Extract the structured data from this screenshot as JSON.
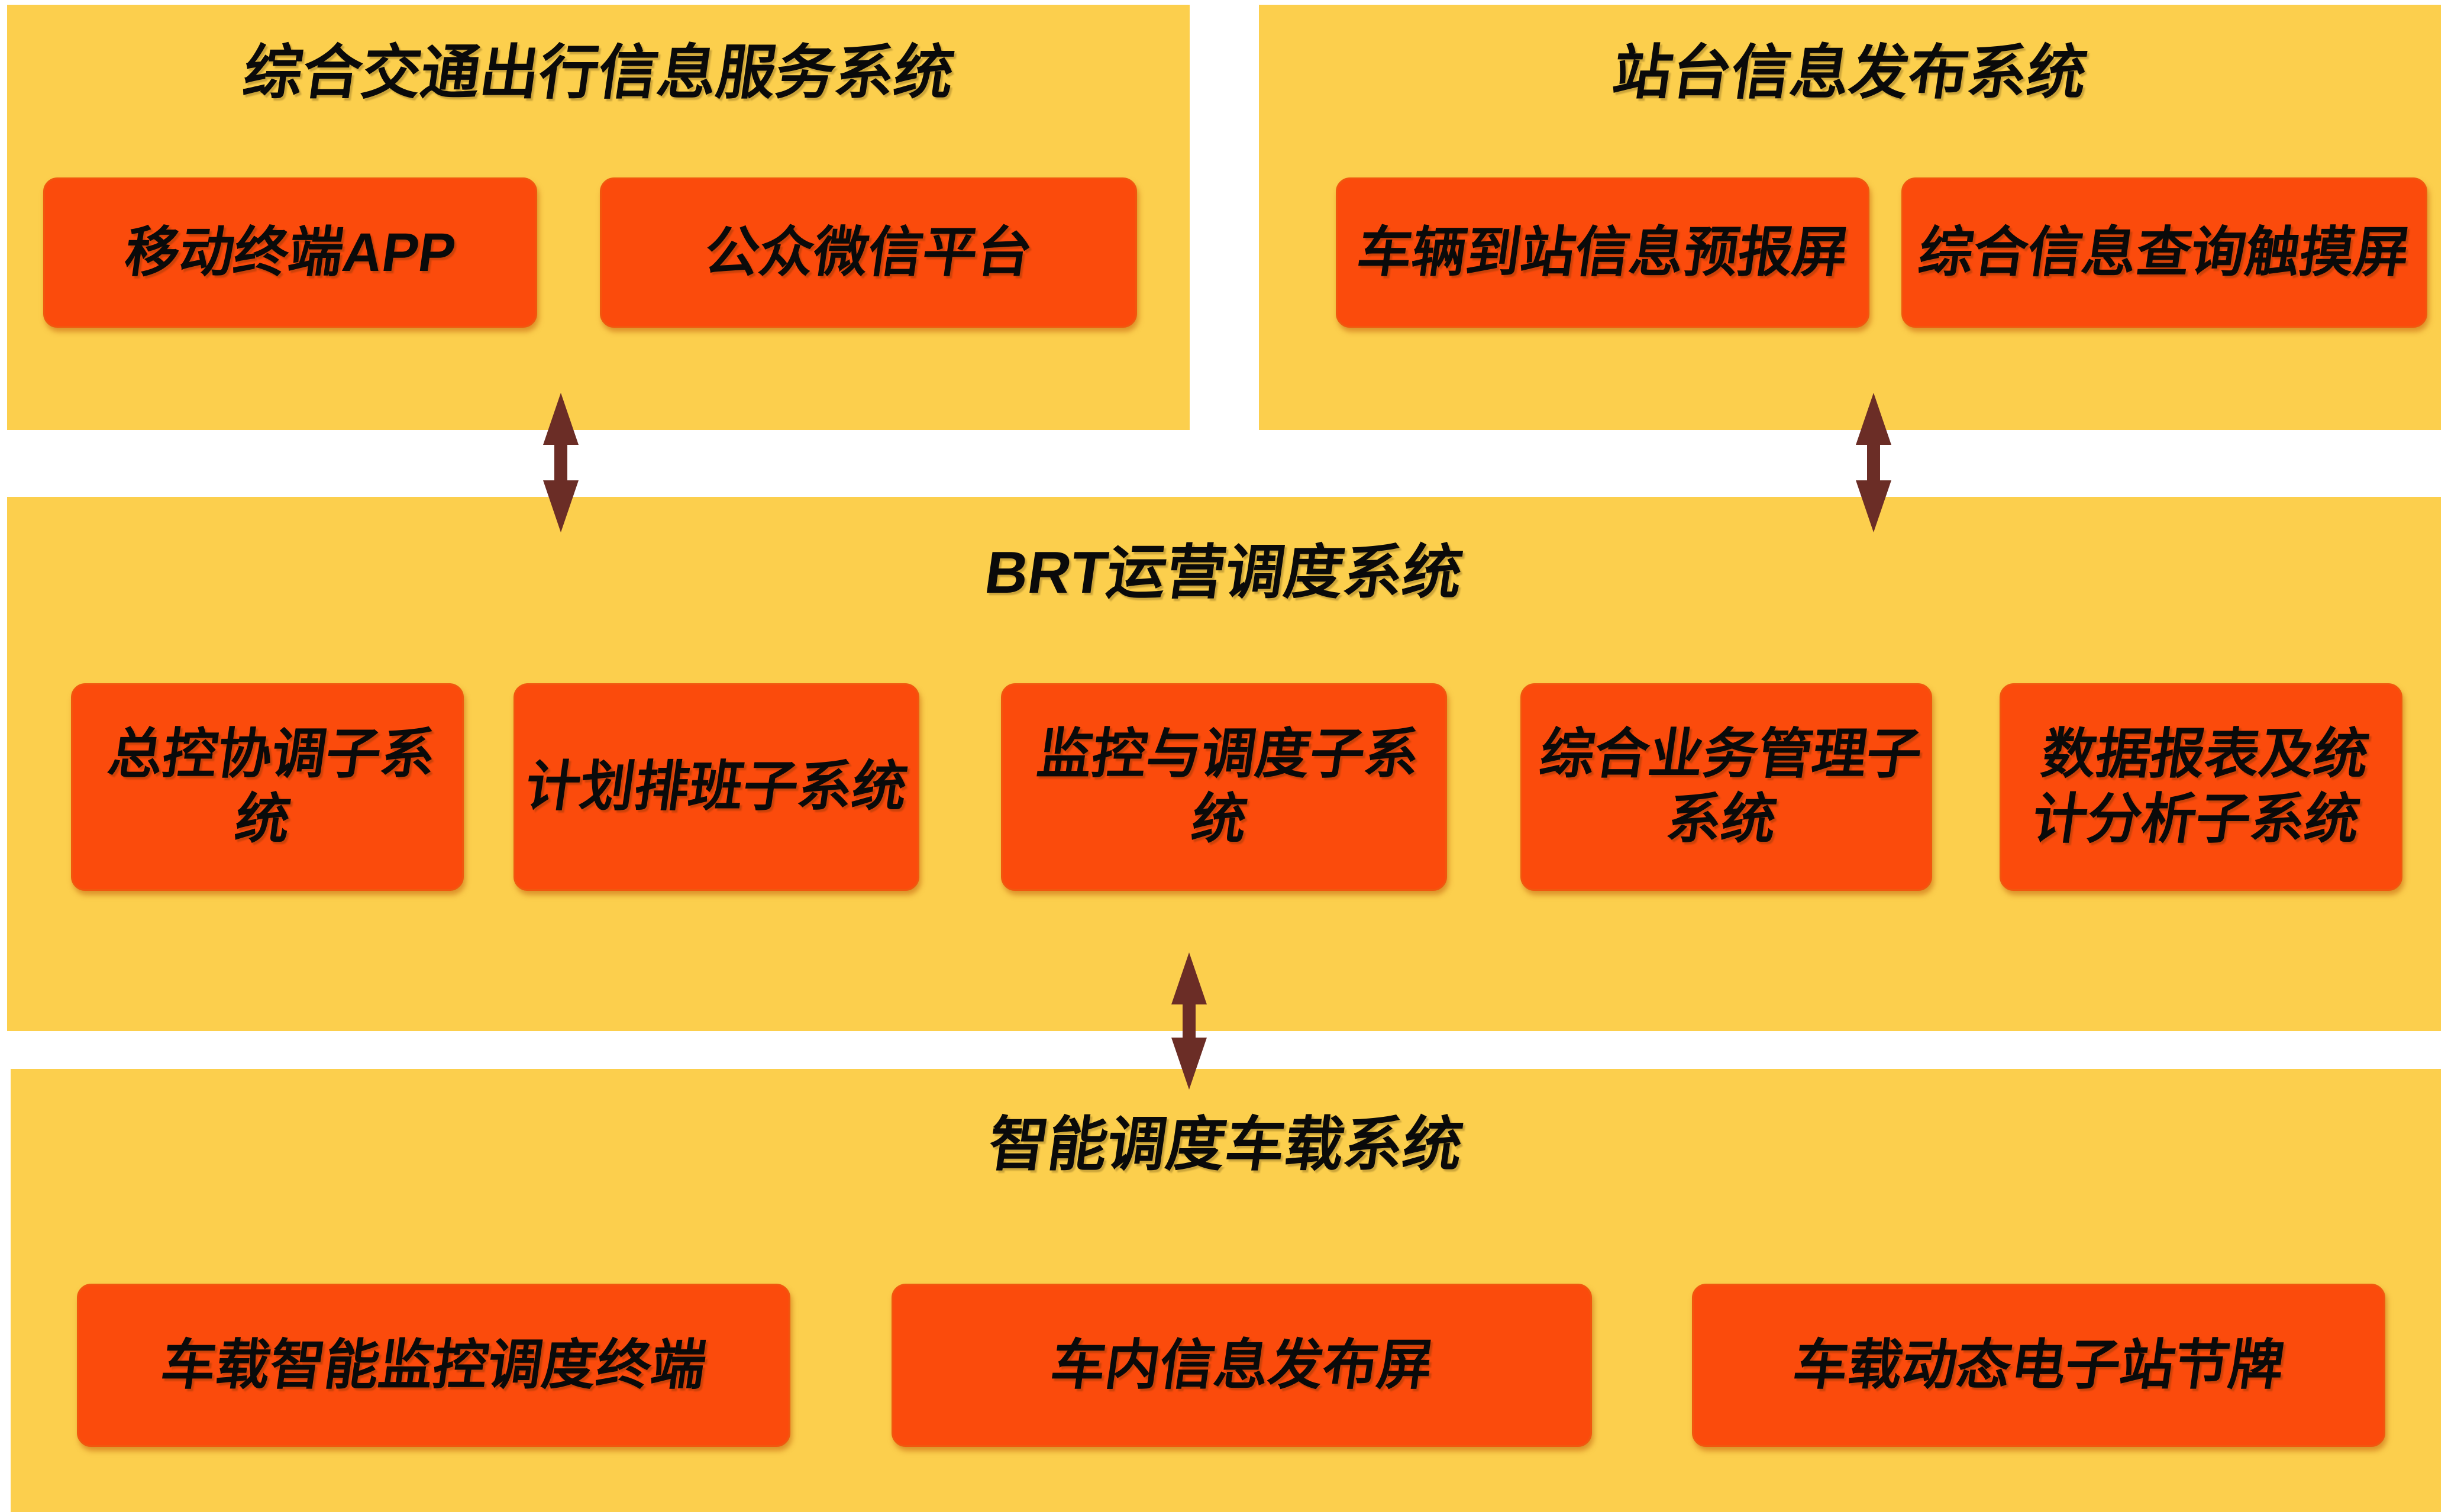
{
  "colors": {
    "panel_background": "#FCCF4D",
    "box_background": "#FB4B0C",
    "box_border": "#F1570E",
    "arrow": "#6B2D26",
    "text": "#0A0A0A",
    "page_background": "#FFFFFF"
  },
  "panels": {
    "travel_info": {
      "title": "综合交通出行信息服务系统",
      "boxes": [
        {
          "label": "移动终端APP"
        },
        {
          "label": "公众微信平台"
        }
      ]
    },
    "platform_info": {
      "title": "站台信息发布系统",
      "boxes": [
        {
          "label": "车辆到站信息预报屏"
        },
        {
          "label": "综合信息查询触摸屏"
        }
      ]
    },
    "brt_operation": {
      "title": "BRT运营调度系统",
      "boxes": [
        {
          "label": "总控协调子系\n统"
        },
        {
          "label": "计划排班子系统"
        },
        {
          "label": "监控与调度子系\n统"
        },
        {
          "label": "综合业务管理子\n系统"
        },
        {
          "label": "数据报表及统\n计分析子系统"
        }
      ]
    },
    "onboard": {
      "title": "智能调度车载系统",
      "boxes": [
        {
          "label": "车载智能监控调度终端"
        },
        {
          "label": "车内信息发布屏"
        },
        {
          "label": "车载动态电子站节牌"
        }
      ]
    }
  },
  "connections": [
    {
      "from": "综合交通出行信息服务系统",
      "to": "BRT运营调度系统",
      "type": "bidirectional"
    },
    {
      "from": "站台信息发布系统",
      "to": "BRT运营调度系统",
      "type": "bidirectional"
    },
    {
      "from": "BRT运营调度系统",
      "to": "智能调度车载系统",
      "type": "bidirectional"
    }
  ]
}
